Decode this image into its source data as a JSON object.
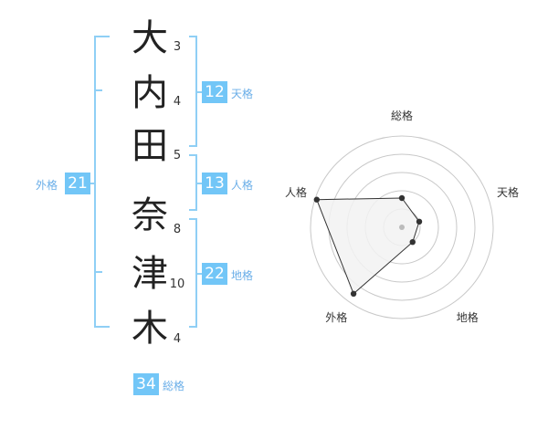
{
  "name": {
    "characters": [
      {
        "char": "大",
        "strokes": "3"
      },
      {
        "char": "内",
        "strokes": "4"
      },
      {
        "char": "田",
        "strokes": "5"
      },
      {
        "char": "奈",
        "strokes": "8"
      },
      {
        "char": "津",
        "strokes": "10"
      },
      {
        "char": "木",
        "strokes": "4"
      }
    ]
  },
  "grids": {
    "tenkaku": {
      "value": "12",
      "label": "天格"
    },
    "jinkaku": {
      "value": "13",
      "label": "人格"
    },
    "chikaku": {
      "value": "22",
      "label": "地格"
    },
    "gaikaku": {
      "value": "21",
      "label": "外格"
    },
    "soukaku": {
      "value": "34",
      "label": "総格"
    }
  },
  "chart_data": {
    "type": "radar",
    "axes": [
      "総格",
      "天格",
      "地格",
      "外格",
      "人格"
    ],
    "values": [
      0.32,
      0.2,
      0.2,
      0.9,
      0.98
    ],
    "range": [
      0,
      1
    ],
    "rings": 5,
    "colors": {
      "fill": "#f2f2f2",
      "line": "#333333",
      "grid": "#c8c8c8",
      "center": "#bbbbbb"
    }
  },
  "colors": {
    "accent": "#72c6f7",
    "bracket": "#8fcff5",
    "label": "#6aaee8"
  }
}
